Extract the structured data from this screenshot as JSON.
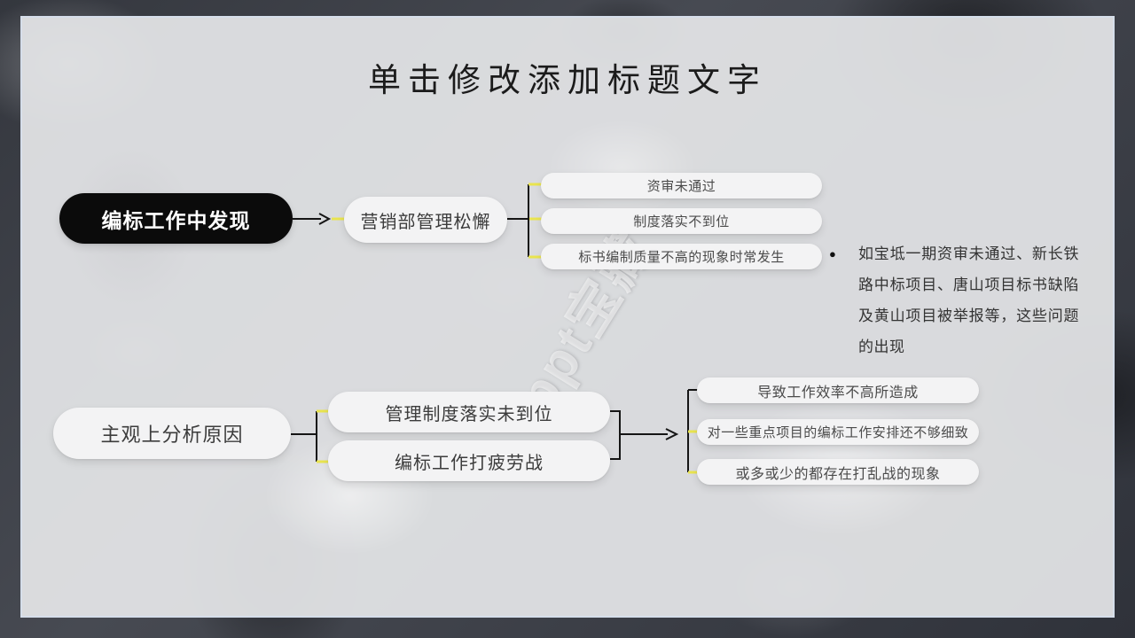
{
  "slide": {
    "title": "单击修改添加标题文字",
    "watermark": "ppt宝藏"
  },
  "flow1": {
    "root": "编标工作中发现",
    "mid": "营销部管理松懈",
    "leaves": [
      "资审未通过",
      "制度落实不到位",
      "标书编制质量不高的现象时常发生"
    ],
    "note_bullet": "●",
    "note": "如宝坻一期资审未通过、新长铁路中标项目、唐山项目标书缺陷及黄山项目被举报等，这些问题的出现"
  },
  "flow2": {
    "root": "主观上分析原因",
    "mids": [
      "管理制度落实未到位",
      "编标工作打疲劳战"
    ],
    "leaves": [
      "导致工作效率不高所造成",
      "对一些重点项目的编标工作安排还不够细致",
      "或多或少的都存在打乱战的现象"
    ]
  },
  "colors": {
    "accent_yellow": "#e9e44f",
    "line_black": "#151515",
    "pill_black": "#0b0b0b",
    "panel_gray": "#e5e6e8"
  }
}
